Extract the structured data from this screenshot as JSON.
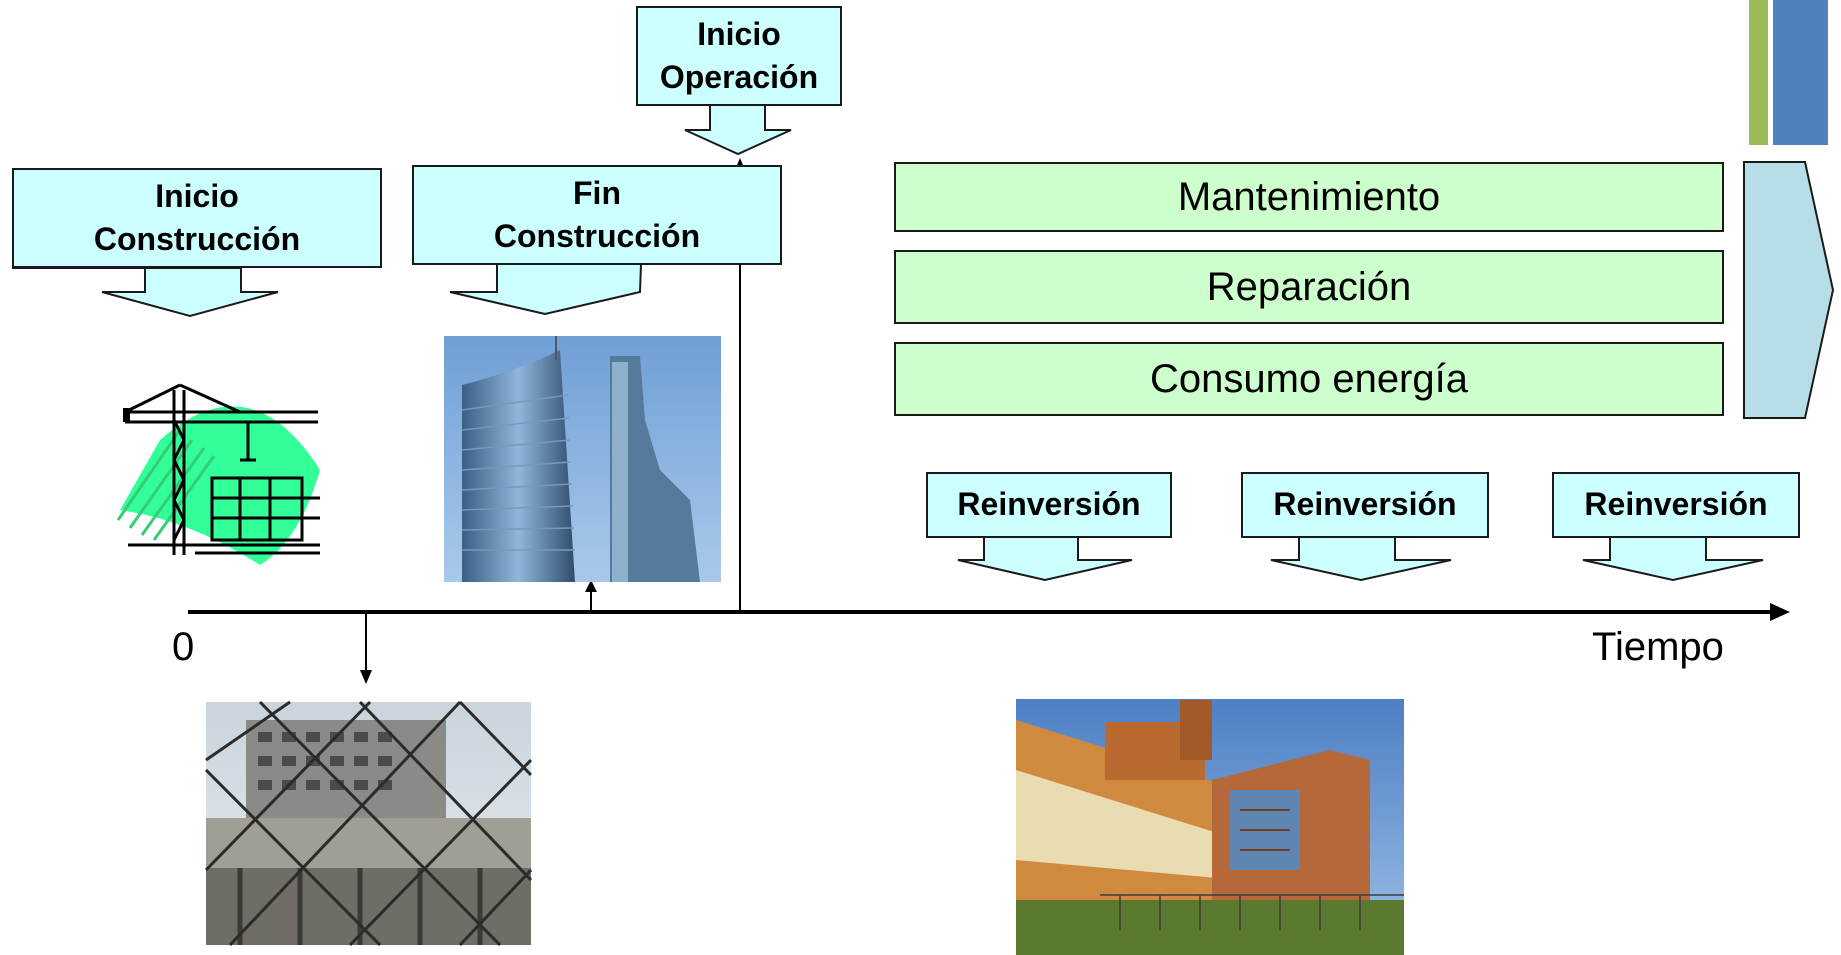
{
  "callouts": {
    "inicio_construccion": "Inicio\nConstrucción",
    "fin_construccion": "Fin\nConstrucción",
    "inicio_operacion": "Inicio\nOperación",
    "reinversion": [
      "Reinversión",
      "Reinversión",
      "Reinversión"
    ]
  },
  "bands": [
    "Mantenimiento",
    "Reparación",
    "Consumo energía"
  ],
  "axis": {
    "origin": "0",
    "label": "Tiempo"
  },
  "colors": {
    "callout_fill": "#ccffff",
    "band_fill": "#ccffcc",
    "continuation_arrow": "#b7dde8",
    "accent_green": "#9bbb59",
    "accent_blue": "#4f81bd"
  },
  "images": [
    "crane-construction-icon",
    "glass-tower-photo",
    "unfinished-building-photo",
    "brick-building-photo"
  ]
}
